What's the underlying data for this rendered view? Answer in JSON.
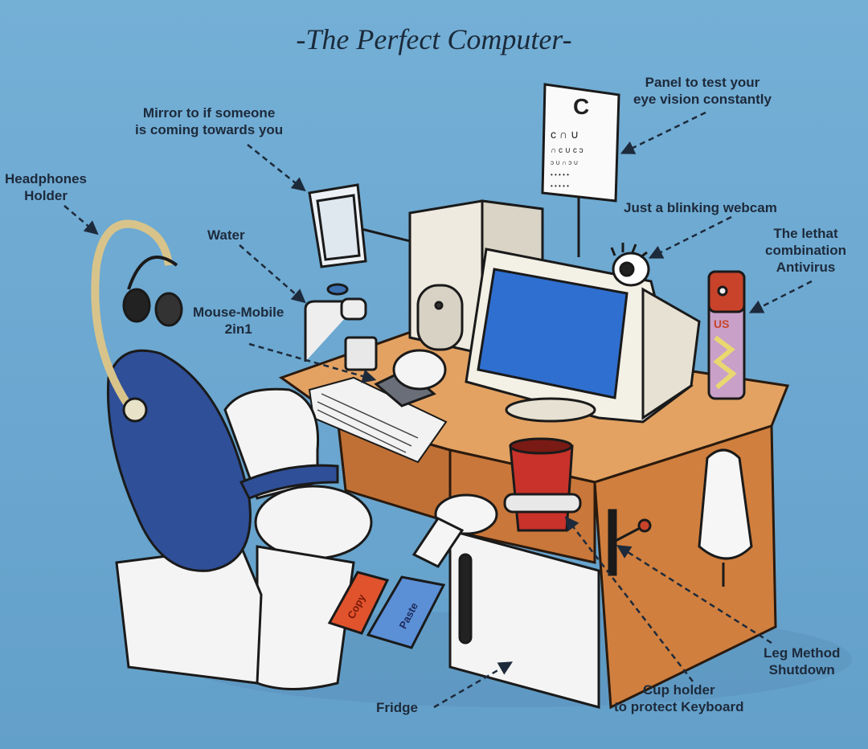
{
  "title": "-The Perfect Computer-",
  "labels": {
    "mirror": [
      "Mirror to if someone",
      "is coming towards you"
    ],
    "headphones": [
      "Headphones",
      "Holder"
    ],
    "water": "Water",
    "mouse_mobile": [
      "Mouse-Mobile",
      "2in1"
    ],
    "eye_panel": [
      "Panel to test your",
      "eye vision constantly"
    ],
    "webcam": "Just a blinking webcam",
    "antivirus": [
      "The lethat",
      "combination",
      "Antivirus"
    ],
    "leg_shutdown": [
      "Leg Method",
      "Shutdown"
    ],
    "cup_holder": [
      "Cup holder",
      "to protect Keyboard"
    ],
    "fridge": "Fridge"
  },
  "pedals": {
    "copy": "Copy",
    "paste": "Paste"
  },
  "can_text": "US",
  "colors": {
    "background": "#6fa9d0",
    "desk": "#d9894a",
    "desk_top": "#e3a262",
    "chair": "#2f4f98",
    "screen": "#2f6fd0",
    "text": "#1d2a3b"
  }
}
